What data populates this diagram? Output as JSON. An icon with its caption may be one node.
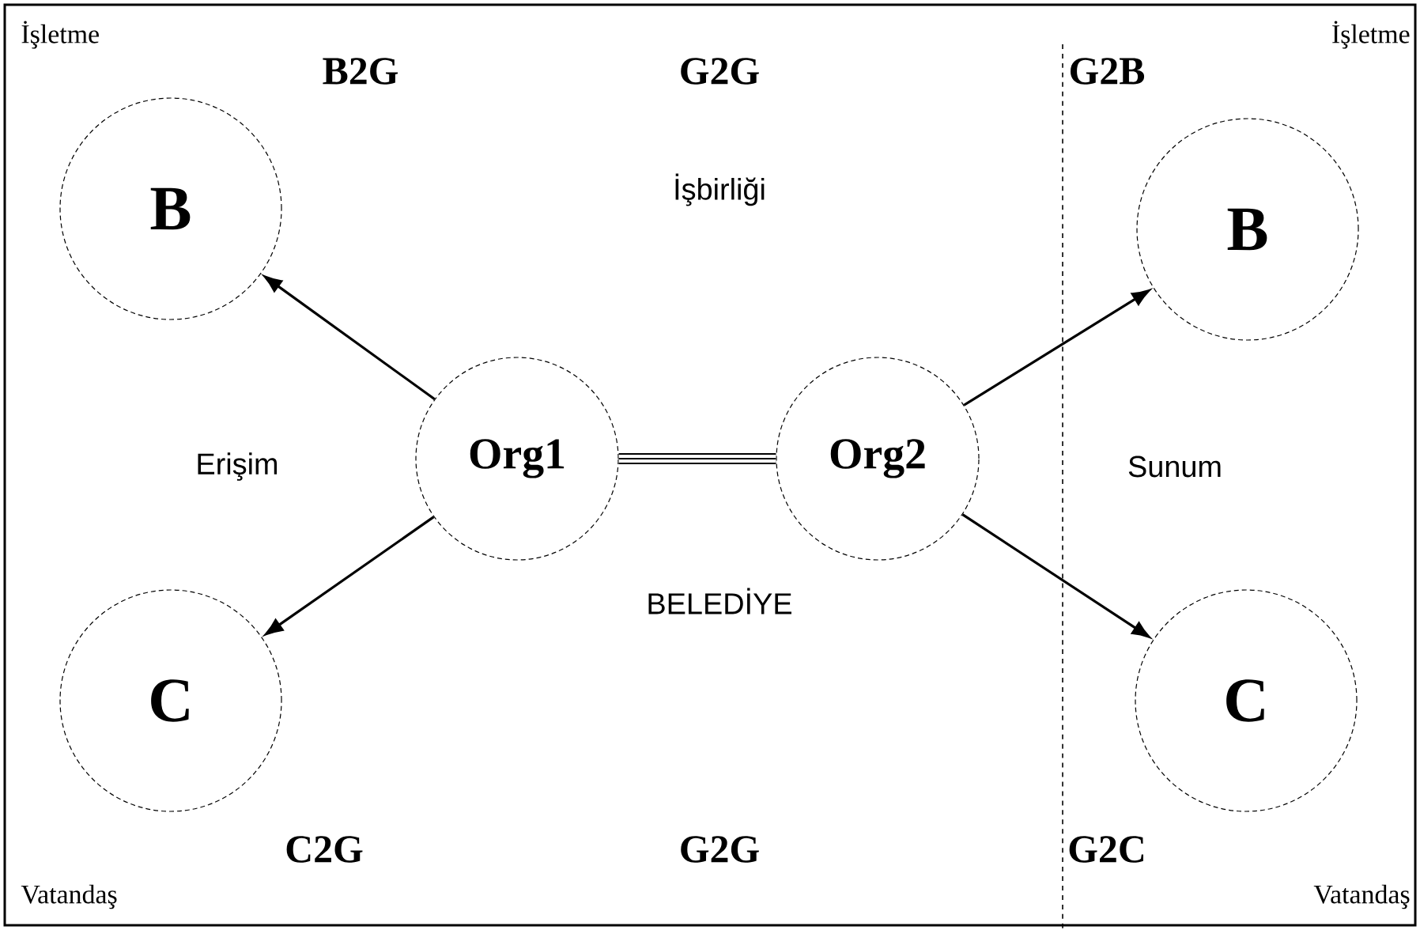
{
  "diagram": {
    "nodes": [
      {
        "text": [
          "B"
        ]
      },
      {
        "text": [
          "C"
        ]
      },
      {
        "text": [
          "Org1"
        ]
      },
      {
        "text": [
          "Org2"
        ]
      },
      {
        "text": [
          "B"
        ]
      },
      {
        "text": [
          "C"
        ]
      }
    ],
    "edges": [
      {
        "from": 2,
        "to": 0,
        "arrow": "to"
      },
      {
        "from": 2,
        "to": 1,
        "arrow": "to"
      },
      {
        "from": 2,
        "to": 3,
        "arrow": "none",
        "style": "thick"
      },
      {
        "from": 3,
        "to": 4,
        "arrow": "to"
      },
      {
        "from": 3,
        "to": 5,
        "arrow": "to"
      }
    ],
    "labels": [
      "İşletme",
      "B2G",
      "G2G",
      "G2B",
      "İşletme",
      "İşbirliği",
      "Erişim",
      "Sunum",
      "BELEDİYE",
      "Vatandaş",
      "C2G",
      "G2G",
      "G2C",
      "Vatandaş"
    ]
  }
}
